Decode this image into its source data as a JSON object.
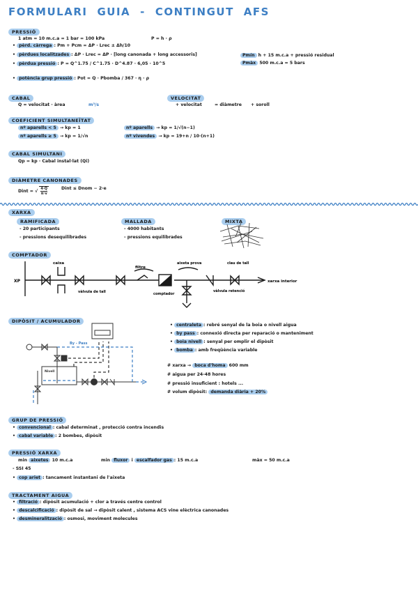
{
  "title": [
    "FORMULARI",
    "GUIA",
    "-",
    "CONTINGUT",
    "AFS"
  ],
  "pressio": {
    "heading": "PRESSIÓ",
    "note": "1 atm = 10 m.c.a = 1 bar = 100 kPa",
    "note_right": "P = h · ρ",
    "items": [
      {
        "label": "pèrd. càrrega",
        "text": ": Pm + Pcm = ΔP · Lrec ± Δh/10"
      },
      {
        "label": "pèrdues localitzades",
        "text": ": ΔP · Lrec = ΔP · [long canonada + long accessoris]"
      },
      {
        "label": "pèrdua pressió",
        "text": ": P = Q^1.75 / C^1.75 · D^4.87 · 6,05 · 10^5"
      },
      {
        "label": "potència grup pressió",
        "text": ": Pot = Q · Pbomba / 367 · η · ρ"
      }
    ],
    "right_items": [
      {
        "label": "Pmín",
        "text": "h + 15 m.c.a + pressió residual"
      },
      {
        "label": "Pmàx",
        "text": "500 m.c.a = 5 bars"
      }
    ]
  },
  "cabal": {
    "heading": "CABAL",
    "text": "Q = velocitat · àrea",
    "unit": "m³/s"
  },
  "velocitat": {
    "heading": "VELOCITAT",
    "items": [
      "+ velocitat",
      "= diàmetre",
      "+ soroll"
    ]
  },
  "coeficient": {
    "heading": "COEFICIENT SIMULTANEÏTAT",
    "left": [
      {
        "label": "nº aparells < 5",
        "text": "→ kp = 1"
      },
      {
        "label": "nº aparells ≥ 5",
        "text": "→ kp = 1/√n"
      }
    ],
    "right": [
      {
        "label": "nº aparells",
        "text": "→ kp = 1/√(n−1)"
      },
      {
        "label": "nº vivendes",
        "text": "→ kp = 19+n / 10·(n+1)"
      }
    ]
  },
  "cabal_simultani": {
    "heading": "CABAL SIMULTANI",
    "text": "Qp = kp · Cabal instal·lat (Qi)"
  },
  "diametre": {
    "heading": "DIÀMETRE CANONADES",
    "formula_lhs": "Dint = √",
    "numerator": "4·Q",
    "denominator": "π·v",
    "text2": "Dint ≤ Dnom − 2·e"
  },
  "xarxa": {
    "heading": "XARXA",
    "ramificada": {
      "heading": "RAMIFICADA",
      "items": [
        "- 20 participants",
        "- pressions desequilibrades"
      ]
    },
    "mallada": {
      "heading": "MALLADA",
      "items": [
        "- 4000 habitants",
        "- pressions equilibrades"
      ]
    },
    "mixta": {
      "heading": "MIXTA"
    }
  },
  "comptador": {
    "heading": "COMPTADOR",
    "labels": {
      "xp": "XP",
      "caixa": "caixa",
      "valvula_retencio": "vàlvula de tall",
      "filtre": "filtre",
      "comptador": "comptador",
      "aixeta": "aixeta prova",
      "clau": "clau de tall",
      "valvula_ret": "vàlvula retenció",
      "xarxa_interior": "xarxa interior"
    }
  },
  "diposit": {
    "heading": "DIPÒSIT / ACUMULADOR",
    "diagram_labels": {
      "bypass": "By - Pass",
      "level": "Nivell"
    },
    "items": [
      {
        "label": "centraleta",
        "text": ": rebré senyal de la boia o nivell aigua"
      },
      {
        "label": "by pass",
        "text": ": connexió directa per reparació o manteniment"
      },
      {
        "label": "boia nivell",
        "text": ": senyal per omplir el dipòsit"
      },
      {
        "label": "bomba",
        "text": ": amb freqüència variable"
      }
    ],
    "notes": [
      {
        "pre": "# xarxa → ",
        "label": "boca d'homa",
        "post": " 600 mm"
      },
      {
        "pre": "# aigua per 24-48 hores",
        "label": "",
        "post": ""
      },
      {
        "pre": "# pressió insuficient : hotels ...",
        "label": "",
        "post": ""
      },
      {
        "pre": "# volum dipòsit: ",
        "label": "demanda diària + 20%",
        "post": ""
      }
    ]
  },
  "grup_pressio": {
    "heading": "GRUP DE PRESSIÓ",
    "items": [
      {
        "label": "convencional",
        "text": ": cabal determinat , protecció contra incendis"
      },
      {
        "label": "cabal variable",
        "text": ": 2 bombes, dipòsit"
      }
    ]
  },
  "pressio_xarxa": {
    "heading": "PRESSIÓ XARXA",
    "line1_a_pre": "min ",
    "line1_a_label": "aixetes",
    "line1_a_post": " 10 m.c.a",
    "line1_b_pre": "min ",
    "line1_b_label": "fluxor",
    "line1_b_mid": " i ",
    "line1_b_label2": "escalfador gas",
    "line1_b_post": ": 15 m.c.a",
    "line1_c": "màx = 50 m.c.a",
    "items": [
      {
        "label": "",
        "text": "- SSI 45"
      },
      {
        "label": "cop ariet",
        "text": ": tancament instantani de l'aixeta"
      }
    ]
  },
  "tractament": {
    "heading": "TRACTAMENT AIGUA",
    "items": [
      {
        "label": "filtració",
        "text": ": dipòsit acumulació + clor a través centre control"
      },
      {
        "label": "descalcificació",
        "text": ": dipòsit de sal → dipòsit calent , sistema ACS vine elèctrica canonades"
      },
      {
        "label": "desmineralització",
        "text": ": osmosi, moviment molecules"
      }
    ]
  },
  "colors": {
    "accent": "#3d7fc4",
    "highlight": "#a9cdee",
    "ink": "#1a1a1a"
  }
}
